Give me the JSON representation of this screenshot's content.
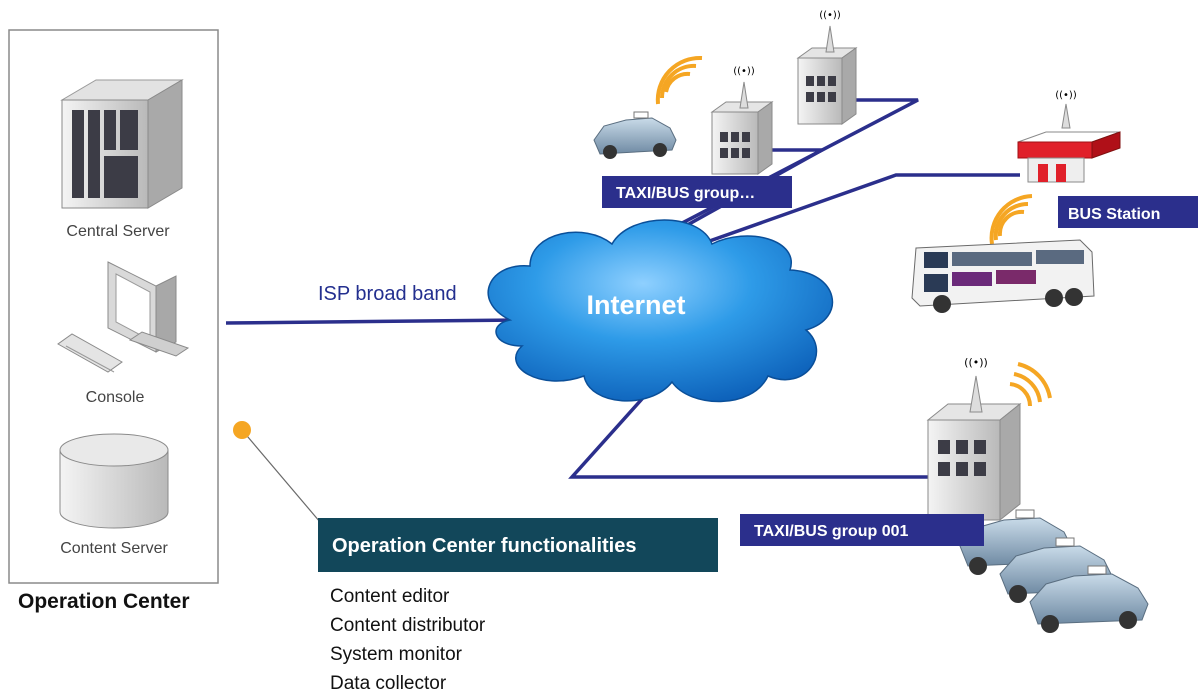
{
  "operation_center": {
    "title": "Operation Center",
    "components": {
      "central_server": "Central Server",
      "console": "Console",
      "content_server": "Content Server"
    }
  },
  "network": {
    "isp_label": "ISP broad band",
    "internet_label": "Internet"
  },
  "sites": {
    "taxi_bus_group_top": "TAXI/BUS group…",
    "bus_station": "BUS Station",
    "taxi_bus_group_001": "TAXI/BUS group 001"
  },
  "functionalities": {
    "header": "Operation Center functionalities",
    "items": [
      "Content editor",
      "Content distributor",
      "System monitor",
      "Data collector"
    ]
  },
  "colors": {
    "link": "#2b2f8c",
    "tag_bg": "#2b2f8c",
    "func_header_bg": "#12475a",
    "cloud": "#1f8fe0",
    "signal": "#f5a623",
    "dot": "#f5a623"
  }
}
